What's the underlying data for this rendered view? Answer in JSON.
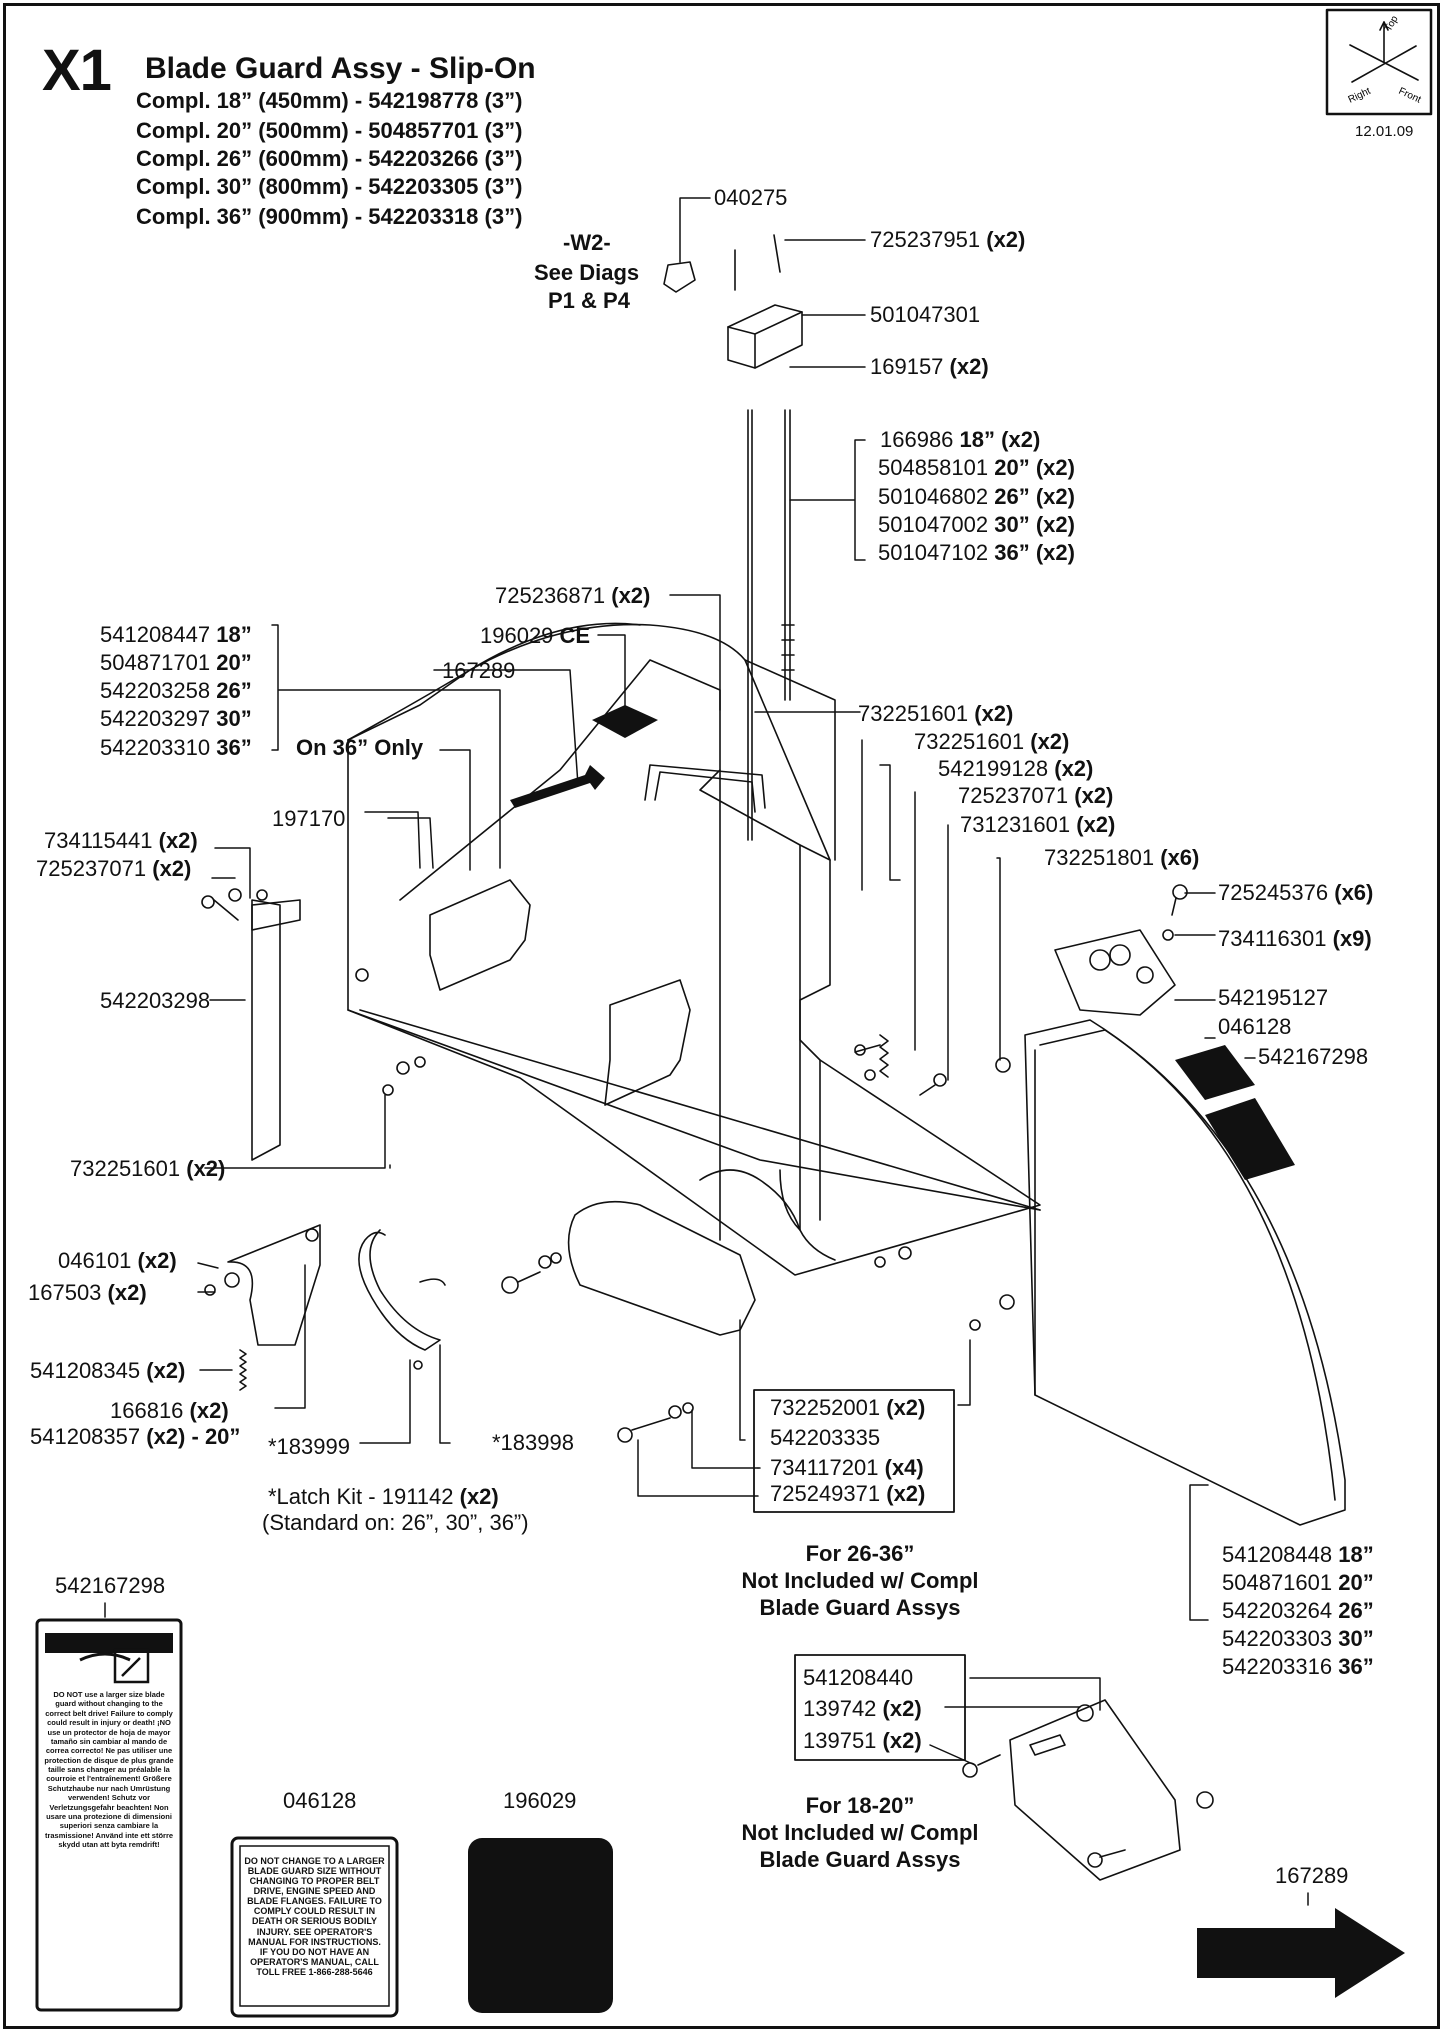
{
  "header": {
    "diagram_id": "X1",
    "title": "Blade Guard Assy - Slip-On",
    "subtitle_lines": [
      "Compl. 18” (450mm) - 542198778 (3”)",
      "Compl. 20” (500mm) - 504857701 (3”)",
      "Compl. 26” (600mm) - 542203266 (3”)",
      "Compl. 30” (800mm) - 542203305 (3”)",
      "Compl. 36” (900mm) - 542203318 (3”)"
    ],
    "date": "12.01.09"
  },
  "orientation": {
    "top": "Top",
    "right": "Right",
    "front": "Front"
  },
  "callouts": {
    "p040275": "040275",
    "w2_line1": "-W2-",
    "w2_line2": "See Diags",
    "w2_line3": "P1 & P4",
    "p725237951": "725237951",
    "p501047301": "501047301",
    "p169157": "169157",
    "rods": [
      {
        "part": "166986",
        "size": "18”"
      },
      {
        "part": "504858101",
        "size": "20”"
      },
      {
        "part": "501046802",
        "size": "26”"
      },
      {
        "part": "501047002",
        "size": "30”"
      },
      {
        "part": "501047102",
        "size": "36”"
      }
    ],
    "p725236871": "725236871",
    "p196029": "196029",
    "ce": "CE",
    "guards_left": [
      {
        "part": "541208447",
        "size": "18”"
      },
      {
        "part": "504871701",
        "size": "20”"
      },
      {
        "part": "542203258",
        "size": "26”"
      },
      {
        "part": "542203297",
        "size": "30”"
      },
      {
        "part": "542203310",
        "size": "36”"
      }
    ],
    "p167289": "167289",
    "on36only": "On 36” Only",
    "p732251601a": "732251601",
    "p732251601b": "732251601",
    "p542199128": "542199128",
    "p725237071a": "725237071",
    "p731231601": "731231601",
    "p732251801": "732251801",
    "p725245376": "725245376",
    "p734116301": "734116301",
    "p542195127": "542195127",
    "p046128": "046128",
    "p542167298": "542167298",
    "p197170": "197170",
    "p734115441": "734115441",
    "p725237071b": "725237071",
    "p542203298": "542203298",
    "p732251601c": "732251601",
    "p046101": "046101",
    "p167503": "167503",
    "p541208345": "541208345",
    "p166816": "166816",
    "p541208357": "541208357",
    "p541208357_size": "- 20”",
    "p183999": "*183999",
    "p183998": "*183998",
    "latch_kit": "*Latch Kit - 191142",
    "latch_standard": "(Standard on: 26”, 30”, 36”)",
    "box1": [
      {
        "part": "732252001",
        "qty": "(x2)"
      },
      {
        "part": "542203335",
        "qty": ""
      },
      {
        "part": "734117201",
        "qty": "(x4)"
      },
      {
        "part": "725249371",
        "qty": "(x2)"
      }
    ],
    "note_26_36": [
      "For 26-36”",
      "Not Included w/ Compl",
      "Blade Guard Assys"
    ],
    "guards_right": [
      {
        "part": "541208448",
        "size": "18”"
      },
      {
        "part": "504871601",
        "size": "20”"
      },
      {
        "part": "542203264",
        "size": "26”"
      },
      {
        "part": "542203303",
        "size": "30”"
      },
      {
        "part": "542203316",
        "size": "36”"
      }
    ],
    "box2": [
      {
        "part": "541208440",
        "qty": ""
      },
      {
        "part": "139742",
        "qty": "(x2)"
      },
      {
        "part": "139751",
        "qty": "(x2)"
      }
    ],
    "note_18_20": [
      "For 18-20”",
      "Not Included w/ Compl",
      "Blade Guard Assys"
    ]
  },
  "qty": {
    "x2": "(x2)",
    "x6": "(x6)",
    "x9": "(x9)",
    "x2_latch": "(x2)"
  },
  "decals": {
    "d542167298_label": "542167298",
    "d046128_label": "046128",
    "d196029_label": "196029",
    "d167289_label": "167289",
    "d046128_text": "DO NOT CHANGE TO A LARGER BLADE GUARD SIZE WITHOUT CHANGING TO PROPER BELT DRIVE, ENGINE SPEED AND BLADE FLANGES. FAILURE TO COMPLY COULD RESULT IN DEATH OR SERIOUS BODILY INJURY. SEE OPERATOR'S MANUAL FOR INSTRUCTIONS. IF YOU DO NOT HAVE AN OPERATOR'S MANUAL, CALL TOLL FREE 1-866-288-5646",
    "d542167298_text": "DO NOT use a larger size blade guard without changing to the correct belt drive! Failure to comply could result in injury or death! ¡NO use un protector de hoja de mayor tamaño sin cambiar al mando de correa correcto! Ne pas utiliser une protection de disque de plus grande taille sans changer au préalable la courroie et l'entraînement! Größere Schutzhaube nur nach Umrüstung verwenden! Schutz vor Verletzungsgefahr beachten! Non usare una protezione di dimensioni superiori senza cambiare la trasmissione! Använd inte ett större skydd utan att byta remdrift!"
  },
  "colors": {
    "ink": "#111111",
    "paper": "#ffffff"
  }
}
